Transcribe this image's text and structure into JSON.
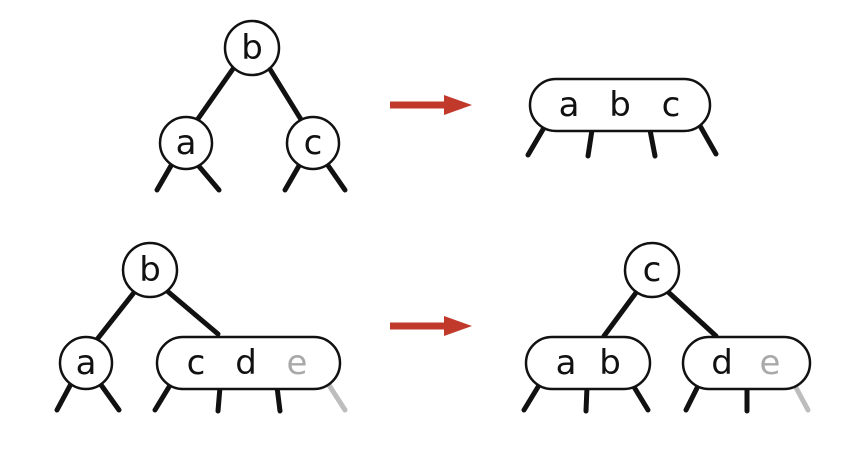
{
  "diagram": {
    "colors": {
      "ink": "#111111",
      "faint": "#bdbdbd",
      "faint_text": "#a9a9a9",
      "arrow": "#c0392b"
    },
    "top_left": {
      "root": "b",
      "left": "a",
      "right": "c"
    },
    "top_right": {
      "node": [
        "a",
        "b",
        "c"
      ]
    },
    "bottom_left": {
      "root": "b",
      "left": "a",
      "right": [
        "c",
        "d",
        "e"
      ]
    },
    "bottom_right": {
      "root": "c",
      "left": [
        "a",
        "b"
      ],
      "right": [
        "d",
        "e"
      ]
    }
  }
}
